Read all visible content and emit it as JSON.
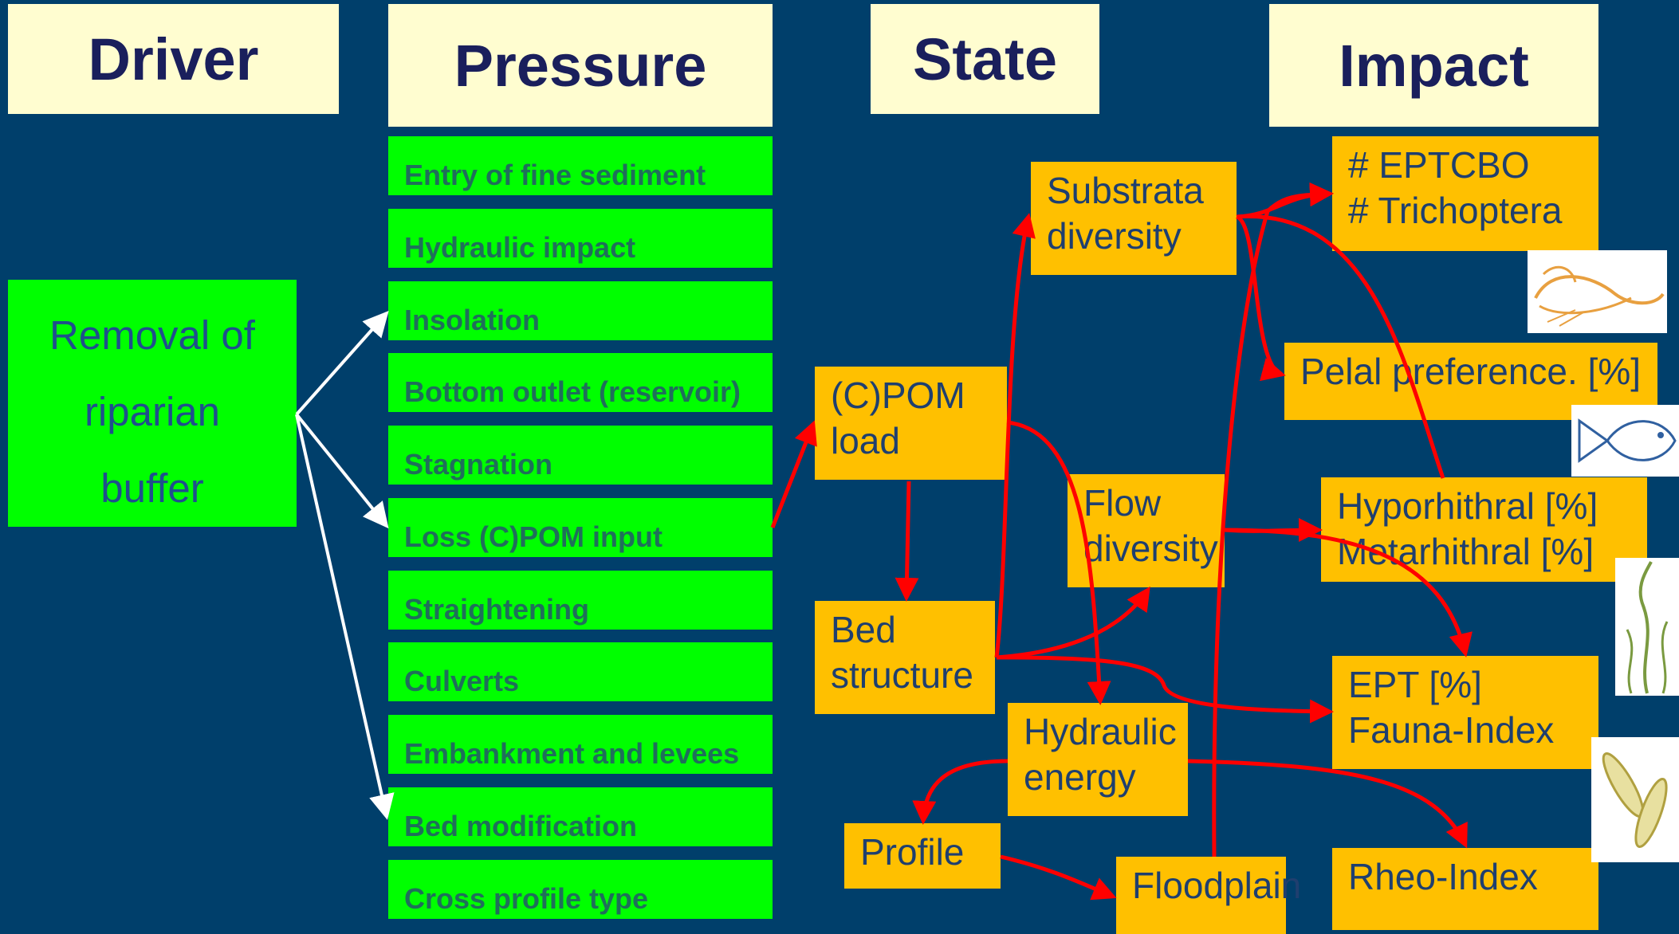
{
  "headers": {
    "driver": "Driver",
    "pressure": "Pressure",
    "state": "State",
    "impact": "Impact"
  },
  "driver": {
    "lines": [
      "Removal of",
      "riparian",
      "buffer"
    ]
  },
  "pressures": [
    "Entry of fine sediment",
    "Hydraulic impact",
    "Insolation",
    "Bottom outlet (reservoir)",
    "Stagnation",
    "Loss (C)POM input",
    "Straightening",
    "Culverts",
    "Embankment and levees",
    "Bed modification",
    "Cross profile type"
  ],
  "states": {
    "substrata": [
      "Substrata",
      "diversity"
    ],
    "cpom": [
      "(C)POM",
      "load"
    ],
    "flow": [
      "Flow",
      "diversity"
    ],
    "bed": [
      "Bed",
      "structure"
    ],
    "hydraulic": [
      "Hydraulic",
      "energy"
    ],
    "profile": [
      "Profile"
    ],
    "floodplain": [
      "Floodplain"
    ]
  },
  "impacts": {
    "eptcbo": [
      "# EPTCBO",
      "# Trichoptera"
    ],
    "pelal": [
      "Pelal preference. [%]"
    ],
    "rhithral": [
      "Hyporhithral [%]",
      "Metarhithral [%]"
    ],
    "ept": [
      "EPT [%]",
      "Fauna-Index"
    ],
    "rheo": [
      "Rheo-Index"
    ]
  },
  "icons": [
    "caddisfly-larva-icon",
    "fish-icon",
    "aquatic-plant-icon",
    "leaf-litter-icon"
  ],
  "colors": {
    "background": "#003f6b",
    "header": "#fffdd0",
    "driver_pressure": "#00ff00",
    "state_impact": "#ffc000",
    "arrow_driver": "#ffffff",
    "arrow_causal": "#ff0000"
  }
}
